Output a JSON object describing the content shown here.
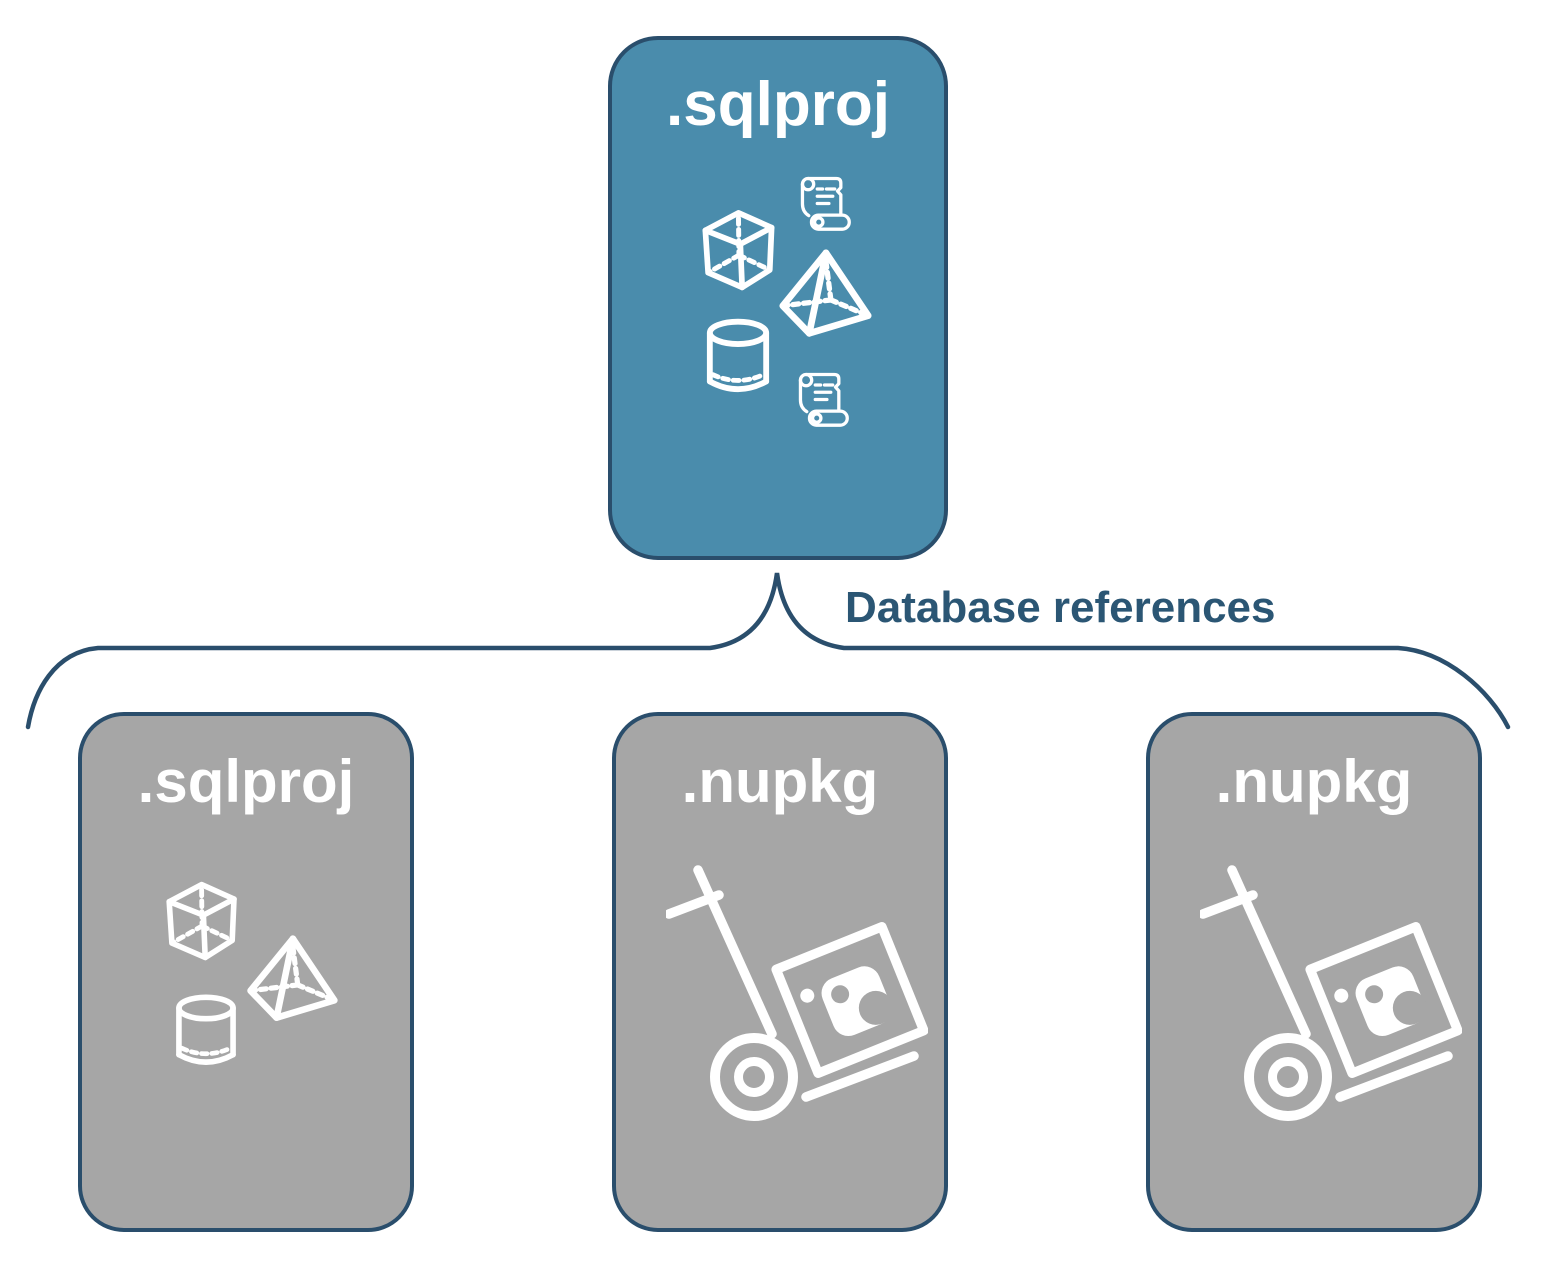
{
  "diagram": {
    "root_card": {
      "label": ".sqlproj",
      "icons": [
        "script-scroll-icon",
        "cube-icon",
        "pyramid-icon",
        "database-cylinder-icon",
        "script-scroll-icon"
      ]
    },
    "connector": {
      "label": "Database references"
    },
    "child_cards": [
      {
        "label": ".sqlproj",
        "icons": [
          "cube-icon",
          "pyramid-icon",
          "database-cylinder-icon"
        ]
      },
      {
        "label": ".nupkg",
        "icons": [
          "nuget-handtruck-icon"
        ]
      },
      {
        "label": ".nupkg",
        "icons": [
          "nuget-handtruck-icon"
        ]
      }
    ],
    "colors": {
      "background": "#FFFFFF",
      "root_card_fill": "#4A8CAC",
      "child_card_fill": "#A6A6A6",
      "card_outline": "#2A4E6C",
      "connector_stroke": "#2A4E6C",
      "connector_text": "#2B5674",
      "label_text": "#FFFFFF",
      "icon_stroke": "#FFFFFF"
    }
  }
}
